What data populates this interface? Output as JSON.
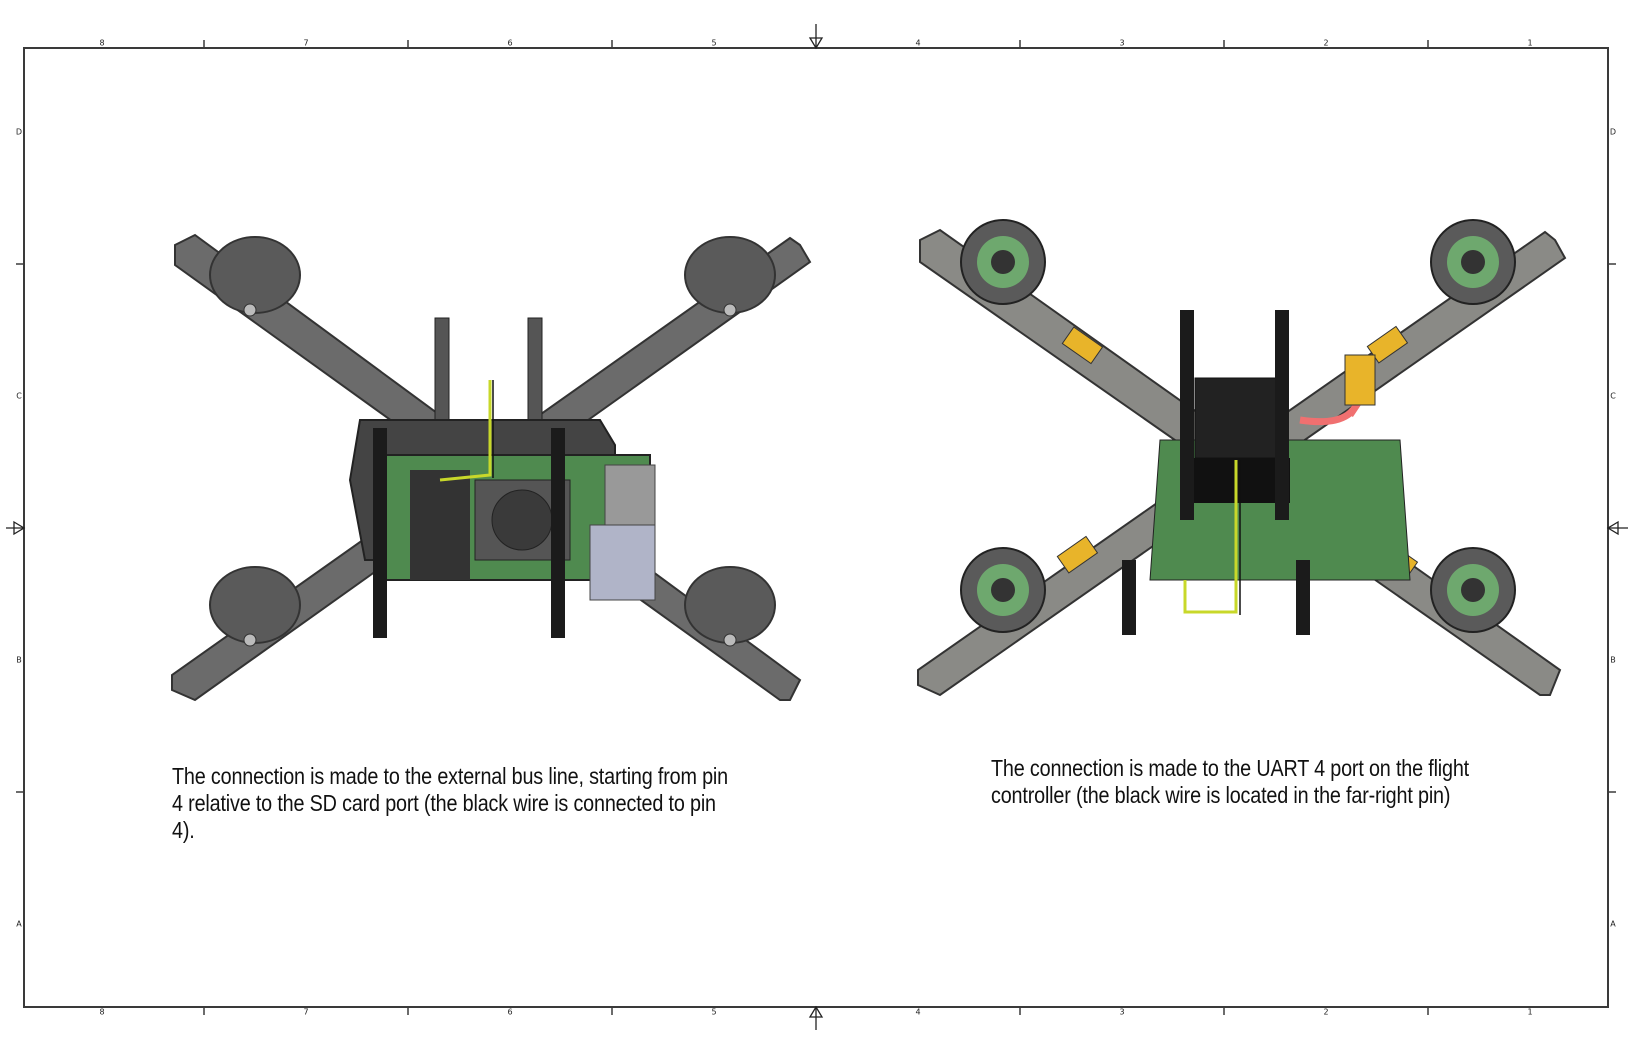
{
  "border": {
    "columns_top": [
      "8",
      "7",
      "6",
      "5",
      "4",
      "3",
      "2",
      "1"
    ],
    "columns_bottom": [
      "8",
      "7",
      "6",
      "5",
      "4",
      "3",
      "2",
      "1"
    ],
    "rows_left": [
      "D",
      "C",
      "B",
      "A"
    ],
    "rows_right": [
      "D",
      "C",
      "B",
      "A"
    ]
  },
  "views": {
    "left": {
      "caption_lines": [
        "The connection is made to the external bus line, starting from pin",
        "4 relative to the SD card port (the black wire is connected to pin",
        "4)."
      ]
    },
    "right": {
      "caption_lines": [
        "The connection is made to the UART 4 port on the flight",
        "controller (the black wire is located in the far-right pin)"
      ]
    }
  },
  "colors": {
    "frame": "#3a3a3a",
    "carbon": "#6b6b6b",
    "pcb": "#4f8a4f",
    "motor": "#5a5a5a",
    "connector": "#e8b42a",
    "wire_red": "#f07070"
  }
}
